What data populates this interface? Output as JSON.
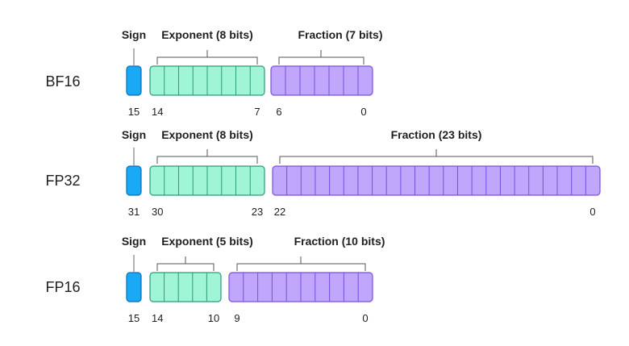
{
  "colors": {
    "sign_fill": "#1aaaf5",
    "sign_stroke": "#0a6fb8",
    "exponent_fill": "#9ff5d6",
    "exponent_stroke": "#2c9c78",
    "fraction_fill": "#c0a7fb",
    "fraction_stroke": "#7a4fe0",
    "text": "#1f1f1f"
  },
  "formats": [
    {
      "name": "BF16",
      "sign_label": "Sign",
      "exponent_label": "Exponent (8 bits)",
      "fraction_label": "Fraction (7 bits)",
      "exponent_bits": 8,
      "fraction_bits": 7,
      "sign_index": "15",
      "exponent_start_index": "14",
      "exponent_end_index": "7",
      "fraction_start_index": "6",
      "fraction_end_index": "0"
    },
    {
      "name": "FP32",
      "sign_label": "Sign",
      "exponent_label": "Exponent (8 bits)",
      "fraction_label": "Fraction (23 bits)",
      "exponent_bits": 8,
      "fraction_bits": 23,
      "sign_index": "31",
      "exponent_start_index": "30",
      "exponent_end_index": "23",
      "fraction_start_index": "22",
      "fraction_end_index": "0"
    },
    {
      "name": "FP16",
      "sign_label": "Sign",
      "exponent_label": "Exponent (5 bits)",
      "fraction_label": "Fraction (10 bits)",
      "exponent_bits": 5,
      "fraction_bits": 10,
      "sign_index": "15",
      "exponent_start_index": "14",
      "exponent_end_index": "10",
      "fraction_start_index": "9",
      "fraction_end_index": "0"
    }
  ]
}
